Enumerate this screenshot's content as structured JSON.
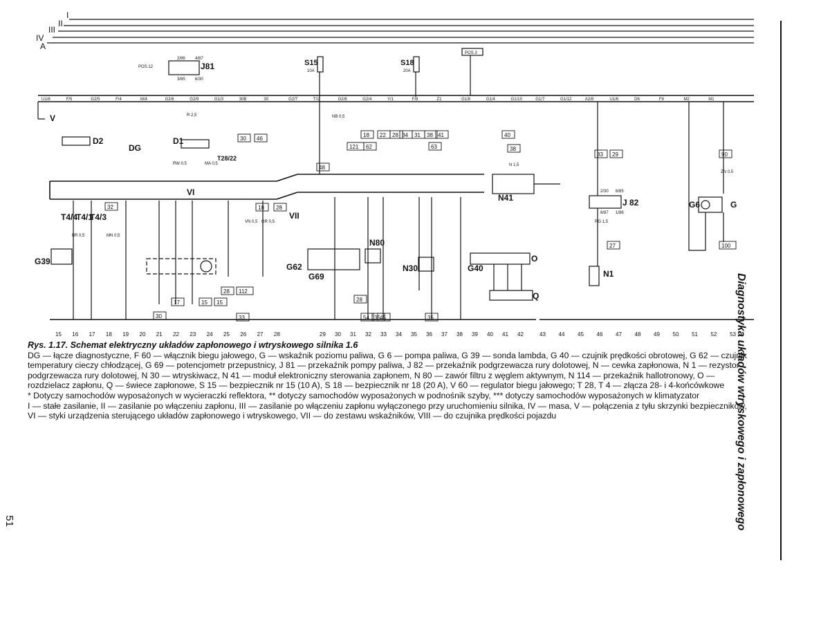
{
  "rails": [
    "I",
    "II",
    "III",
    "IV",
    "A"
  ],
  "fuses": [
    {
      "name": "S15",
      "rating": "10A"
    },
    {
      "name": "S18",
      "rating": "20A"
    }
  ],
  "pos_labels": [
    "POS.12",
    "POS.3"
  ],
  "fuse_box_terminals": [
    "U1/8",
    "F/5",
    "G2/5",
    "F/4",
    "M/4",
    "G2/6",
    "G2/9",
    "G1/3",
    "30B",
    "30",
    "G2/7",
    "T/1",
    "G2/8",
    "G2/4",
    "Y/1",
    "F/8",
    "Z1",
    "G1/8",
    "G1/4",
    "G1/10",
    "G1/7",
    "G1/12",
    "A2/8",
    "U1/6",
    "D6",
    "F9",
    "M2",
    "M1"
  ],
  "relay_pins": [
    "2/86",
    "4/87",
    "3/85",
    "6/30",
    "2/30",
    "6/85",
    "8/87",
    "1/86"
  ],
  "components": [
    "D2",
    "DG",
    "D1",
    "J81",
    "J 82",
    "N41",
    "N80",
    "N30",
    "N1",
    "G39",
    "G62",
    "G69",
    "G40",
    "G6",
    "G",
    "O",
    "Q",
    "V",
    "VI",
    "VII",
    "T28/22",
    "T4/4",
    "T4/1",
    "T4/3"
  ],
  "boxes": [
    "30",
    "46",
    "32",
    "18",
    "22",
    "28",
    "31",
    "38",
    "41",
    "121",
    "62",
    "63",
    "40",
    "38",
    "33",
    "29",
    "27",
    "90",
    "100",
    "48",
    "54",
    "35",
    "28",
    "112",
    "30",
    "33",
    "45",
    "34",
    "35",
    "18",
    "28",
    "28",
    "17",
    "15",
    "15"
  ],
  "wire_notes": [
    "NB 0,5",
    "R 2,5",
    "RW 0,5",
    "MA 0,5",
    "BR 0,5",
    "VN 0,5",
    "GR 0,5",
    "RG 1,5",
    "N 1,5",
    "ZN 0,5",
    "MN 0,5"
  ],
  "connector_numbers": [
    "15",
    "16",
    "17",
    "18",
    "19",
    "20",
    "21",
    "22",
    "23",
    "24",
    "25",
    "26",
    "27",
    "28",
    "29",
    "30",
    "31",
    "32",
    "33",
    "34",
    "35",
    "36",
    "37",
    "38",
    "39",
    "40",
    "41",
    "42",
    "43",
    "44",
    "45",
    "46",
    "47",
    "48",
    "49",
    "50",
    "51",
    "52",
    "53"
  ],
  "caption": {
    "title": "Rys. 1.17. Schemat elektryczny układów zapłonowego i wtryskowego silnika 1.6",
    "legend": "DG — łącze diagnostyczne, F 60 — włącznik biegu jałowego, G — wskaźnik poziomu paliwa, G 6 — pompa paliwa, G 39 — sonda lambda, G 40 — czujnik prędkości obrotowej, G 62 — czujnik temperatury cieczy chłodzącej, G 69 — potencjometr przepustnicy, J 81 — przekaźnik pompy paliwa, J 82 — przekaźnik podgrzewacza rury dolotowej, N — cewka zapłonowa, N 1 — rezystor podgrzewacza rury dolotowej, N 30 — wtryskiwacz, N 41 — moduł elektroniczny sterowania zapłonem, N 80 — zawór filtru z węglem aktywnym, N 114 — przekaźnik hallotronowy, O — rozdzielacz zapłonu, Q — świece zapłonowe, S 15 — bezpiecznik nr 15 (10 A), S 18 — bezpiecznik nr 18 (20 A), V 60 — regulator biegu jałowego; T 28, T 4 — złącza 28- i 4-końcówkowe",
    "note": "* Dotyczy samochodów wyposażonych w wycieraczki reflektora, ** dotyczy samochodów wyposażonych w podnośnik szyby, *** dotyczy samochodów wyposażonych w klimatyzator",
    "rails_legend": "I — stałe zasilanie, II — zasilanie po włączeniu zapłonu, III — zasilanie po włączeniu zapłonu wyłączonego przy uruchomieniu silnika, IV — masa, V — połączenia z tyłu skrzynki bezpieczników, VI — styki urządzenia sterującego układów zapłonowego i wtryskowego, VII — do zestawu wskaźników, VIII — do czujnika prędkości pojazdu"
  },
  "side_title": "Diagnostyka układów wtryskowego i zapłonowego",
  "page_number": "51",
  "colors": {
    "ink": "#111111",
    "paper": "#ffffff"
  }
}
